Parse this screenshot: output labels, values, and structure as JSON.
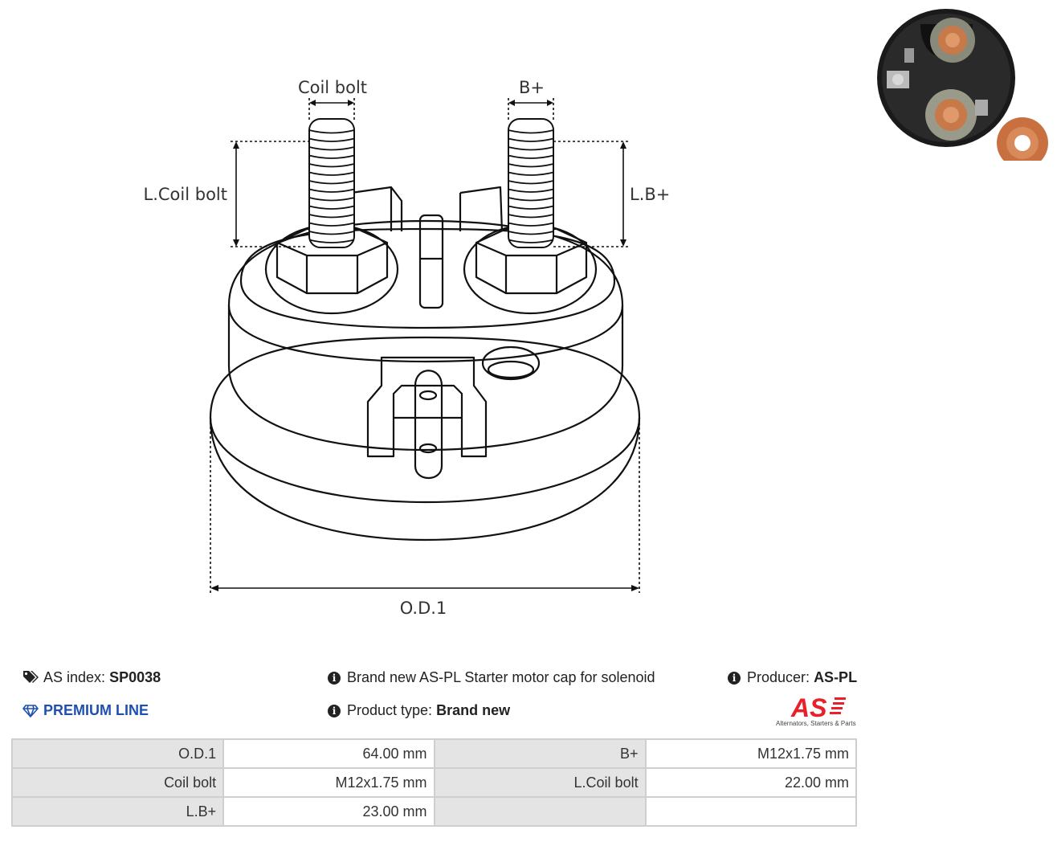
{
  "drawing": {
    "labels": {
      "coil_bolt": "Coil bolt",
      "b_plus": "B+",
      "l_coil_bolt": "L.Coil bolt",
      "l_b_plus": "L.B+",
      "od1": "O.D.1"
    }
  },
  "info": {
    "as_index_label": "AS index:",
    "as_index_value": "SP0038",
    "premium_line": "PREMIUM LINE",
    "description": "Brand new AS-PL Starter motor cap for solenoid",
    "product_type_label": "Product type:",
    "product_type_value": "Brand new",
    "producer_label": "Producer:",
    "producer_value": "AS-PL"
  },
  "logo": {
    "text": "AS",
    "tagline": "Alternators, Starters & Parts",
    "color": "#e8202a"
  },
  "specs": [
    {
      "label": "O.D.1",
      "value": "64.00 mm",
      "label2": "B+",
      "value2": "M12x1.75 mm"
    },
    {
      "label": "Coil bolt",
      "value": "M12x1.75 mm",
      "label2": "L.Coil bolt",
      "value2": "22.00 mm"
    },
    {
      "label": "L.B+",
      "value": "23.00 mm",
      "label2": "",
      "value2": ""
    }
  ]
}
